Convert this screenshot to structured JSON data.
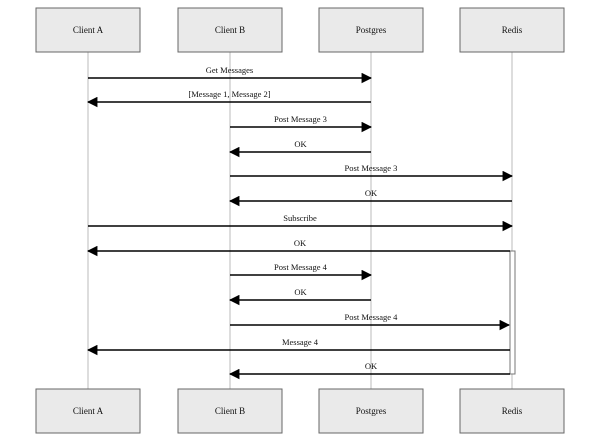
{
  "participants": [
    "Client A",
    "Client B",
    "Postgres",
    "Redis"
  ],
  "messages": [
    {
      "from": 0,
      "to": 2,
      "label": "Get Messages"
    },
    {
      "from": 2,
      "to": 0,
      "label": "[Message 1, Message 2]"
    },
    {
      "from": 1,
      "to": 2,
      "label": "Post Message 3"
    },
    {
      "from": 2,
      "to": 1,
      "label": "OK"
    },
    {
      "from": 1,
      "to": 3,
      "label": "Post Message 3"
    },
    {
      "from": 3,
      "to": 1,
      "label": "OK"
    },
    {
      "from": 0,
      "to": 3,
      "label": "Subscribe"
    },
    {
      "from": 3,
      "to": 0,
      "label": "OK"
    },
    {
      "from": 1,
      "to": 2,
      "label": "Post Message 4"
    },
    {
      "from": 2,
      "to": 1,
      "label": "OK"
    },
    {
      "from": 1,
      "to": 3,
      "label": "Post Message 4"
    },
    {
      "from": 3,
      "to": 0,
      "label": "Message 4"
    },
    {
      "from": 3,
      "to": 1,
      "label": "OK"
    }
  ],
  "activation": {
    "participant": 3,
    "starts_at_message": 7,
    "ends_at_message": 12
  }
}
